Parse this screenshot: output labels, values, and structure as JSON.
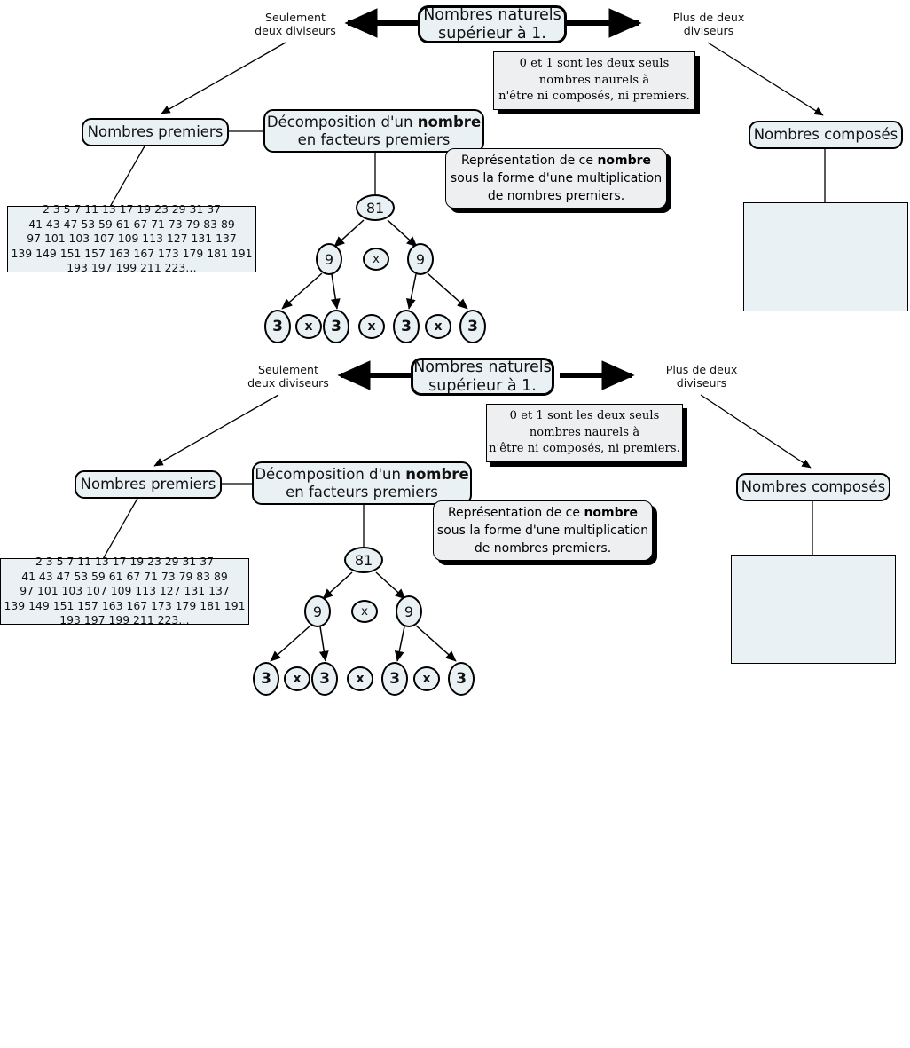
{
  "diagram": {
    "title": "Nombres naturels supérieur à 1.",
    "language": "fr",
    "root_label_line1": "Nombres naturels",
    "root_label_line2": "supérieur à 1.",
    "edge_label_left_line1": "Seulement",
    "edge_label_left_line2": "deux diviseurs",
    "edge_label_right_line1": "Plus de deux",
    "edge_label_right_line2": "diviseurs",
    "prime_branch_label": "Nombres premiers",
    "composite_branch_label": "Nombres composés",
    "decomposition_line1_a": "Décomposition d'un ",
    "decomposition_line1_b": "nombre",
    "decomposition_line2": "en facteurs premiers",
    "note_one": {
      "line1": "0 et 1 sont les deux seuls",
      "line2": "nombres naurels à",
      "line3": "n'être ni composés, ni premiers."
    },
    "note_two": {
      "line1_a": "Représentation de ce ",
      "line1_b": "nombre",
      "line2": "sous la forme d'une multiplication",
      "line3": "de nombres premiers."
    },
    "prime_list": "2 3 5 7 11 13 17 19 23 29 31 37\n41 43 47 53 59 61 67 71 73 79 83 89\n97 101 103 107 109 113 127 131 137\n139 149 151 157 163 167 173 179 181 191\n193 197 199 211 223…",
    "factor_tree": {
      "root": "81",
      "level2": [
        "9",
        "9"
      ],
      "level2_operator": "x",
      "level3": [
        "3",
        "3",
        "3",
        "3"
      ],
      "level3_operators": [
        "x",
        "x",
        "x"
      ]
    },
    "empty_composite_box_label": "",
    "colors": {
      "node_fill": "#eaf1f4",
      "node_stroke": "#000000",
      "note_fill": "#eeeff1",
      "note_shadow": "#000000",
      "page_background": "#ffffff",
      "text": "#111111"
    }
  }
}
